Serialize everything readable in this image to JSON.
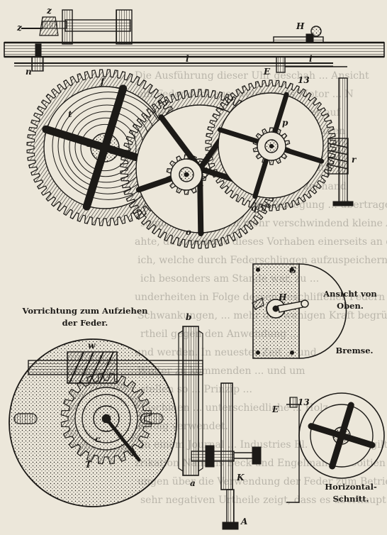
{
  "captions": {
    "top_view": [
      "Ansicht von",
      "Oben."
    ],
    "brake": "Bremse.",
    "winding": [
      "Vorrichtung zum Aufziehen",
      "der Feder."
    ],
    "section": [
      "Horizontal-",
      "Schnitt."
    ]
  },
  "labels": {
    "z1": "z",
    "z2": "z",
    "H": "H",
    "n": "n",
    "l": "l",
    "E": "E",
    "i": "i",
    "n13": "13",
    "f": "f",
    "t": "t",
    "p": "p",
    "r": "r",
    "o": "o",
    "q": "q",
    "S": "S",
    "G": "G",
    "H2": "H",
    "b": "b",
    "w": "w",
    "c": "c",
    "T": "T",
    "E2": "E",
    "n13b": "13",
    "a": "a",
    "K": "K",
    "A": "A"
  },
  "bleed_lines": [
    "Die Ausführung dieser Uhr geschah  ...  Ansicht",
    "ein Federwerk aus, welches als Motor  ...  N",
    "mittelst einer Übersetzung  ...  Feder auf",
    "gt die beim Aufziehen  ...  Ganges gehalten",
    "regelmässig Gang  ...  hätte man",
    "ungen sich mit einem weniger  ...  hatte",
    "ch die Feder vorhanden ist  ...  darum hand",
    "eine gewisse Kraft auf die Bewegung  ...  übertragen, w",
    "somit um eine nicht mehr verschwindend kleine Arbeitsg",
    "ahte, da scheiterte dieses Vorhaben einerseits an der ger",
    "ich, welche durch Federschlingen aufzuspeichern",
    "ich besonders am Stande war, zu   ...",
    "underheiten in Folge dessen geschliffener Federn schmiedes hatte",
    "Schwankungen, ... mehr der wenigen Kraft begrün",
    "rtheil gegen den Anwendung  ...",
    "und werden. In neuester Zeit  ...  und",
    "Winter  zu  kommenden  ...  und um",
    "stellen so  ...  Prinzip  ...",
    "Maschinen  ...  unterschiedliche  ...  Holz",
    "Erfolg verwendet.",
    "In einem Journal  ...  Industries Bl. 11 eine mit gilt",
    "zrikation Namens Beck und Engelmann in Soitien und L",
    "ungen über die Verwendung der Feder zum Betrieb",
    "sehr negativen Urtheile zeigt, dass es überhaupt unmöglich"
  ],
  "colors": {
    "ink": "#1c1a17",
    "paper": "#ece7da"
  }
}
